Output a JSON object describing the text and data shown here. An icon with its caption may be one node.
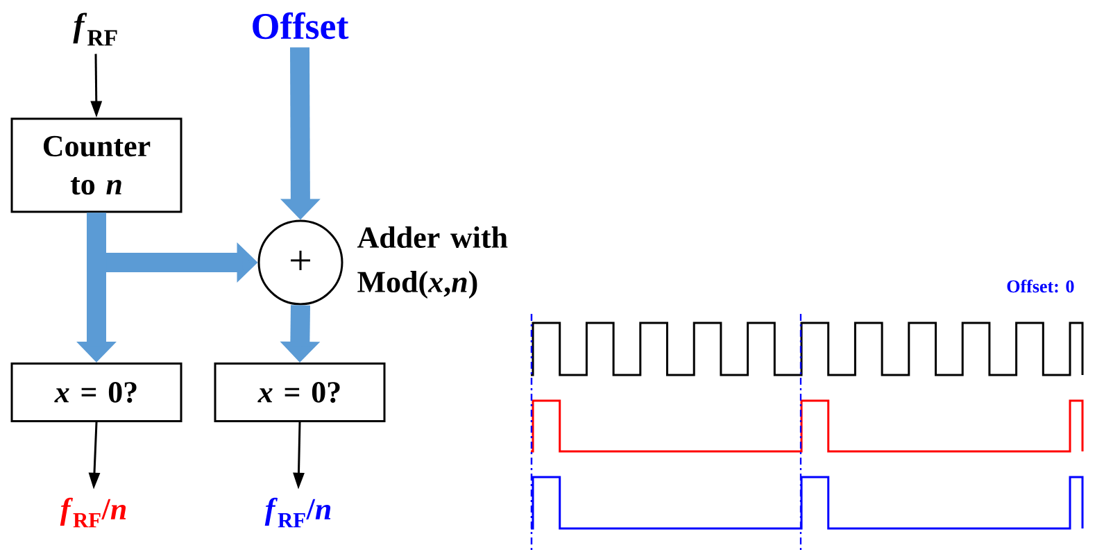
{
  "diagram": {
    "nodes": [
      {
        "text": [
          "*f*$_{RF}$"
        ]
      },
      {
        "text": [
          "Offset"
        ]
      },
      {
        "text": [
          "Counter to *n*"
        ]
      },
      {
        "text": [
          "+"
        ],
        "beside": [
          "Adder with Mod(*x*,*n*)"
        ]
      },
      {
        "text": [
          "*x* = 0?"
        ]
      },
      {
        "text": [
          "*x* = 0?"
        ]
      },
      {
        "text": [
          "*f*$_{RF}$/*n*"
        ]
      },
      {
        "text": [
          "*f*$_{RF}$/*n*"
        ]
      }
    ],
    "edges": [
      {
        "from": 0,
        "to": 2,
        "arrow": "to",
        "color": "#000000"
      },
      {
        "from": 1,
        "to": 3,
        "arrow": "to"
      },
      {
        "from": 2,
        "to": 3,
        "arrow": "to"
      },
      {
        "from": 2,
        "to": 4,
        "arrow": "to"
      },
      {
        "from": 3,
        "to": 5,
        "arrow": "to"
      },
      {
        "from": 4,
        "to": 6,
        "arrow": "to",
        "color": "#000000"
      },
      {
        "from": 5,
        "to": 7,
        "arrow": "to",
        "color": "#000000"
      }
    ],
    "labels": [
      "Offset: 0"
    ]
  }
}
